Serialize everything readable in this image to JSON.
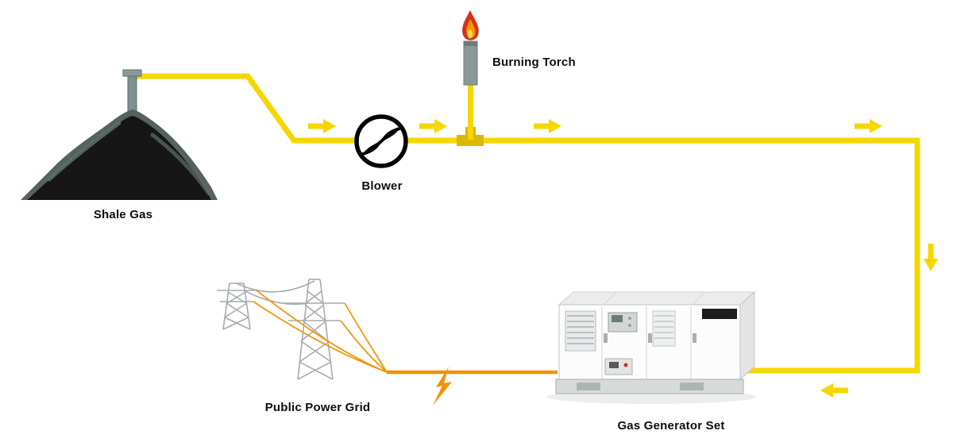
{
  "diagram": {
    "labels": {
      "shale_gas": "Shale Gas",
      "blower": "Blower",
      "burning_torch": "Burning Torch",
      "public_power_grid": "Public Power Grid",
      "gas_generator_set": "Gas Generator Set"
    },
    "colors": {
      "gas_pipeline": "#F6D600",
      "pipeline_fitting": "#D9BA00",
      "electric_line": "#F29200",
      "flame_outer": "#D6301F",
      "flame_inner": "#F59B00",
      "flame_core": "#FFD84D",
      "mound_dark": "#161616",
      "mound_highlight": "#5F6E6E",
      "pipe_gray": "#808F8F",
      "tower_gray": "#A7ACAC"
    }
  }
}
